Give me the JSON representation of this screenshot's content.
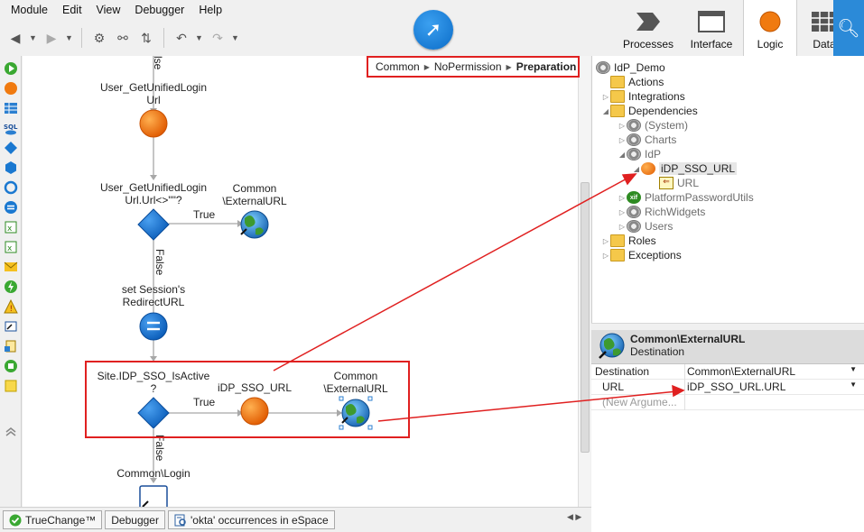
{
  "menu": [
    "Module",
    "Edit",
    "View",
    "Debugger",
    "Help"
  ],
  "layer_tabs": [
    {
      "label": "Processes",
      "icon": "processes-icon"
    },
    {
      "label": "Interface",
      "icon": "interface-icon"
    },
    {
      "label": "Logic",
      "icon": "logic-icon",
      "active": true
    },
    {
      "label": "Data",
      "icon": "data-icon"
    }
  ],
  "breadcrumb": {
    "items": [
      "Common",
      "NoPermission"
    ],
    "current": "Preparation"
  },
  "flow": {
    "top_false_label": "lse",
    "action1_label_line1": "User_GetUnifiedLogin",
    "action1_label_line2": "Url",
    "if1_label_line1": "User_GetUnifiedLogin",
    "if1_label_line2": "Url.Url<>\"\"?",
    "dest1_label_line1": "Common",
    "dest1_label_line2": "\\ExternalURL",
    "true_label": "True",
    "false_label": "False",
    "assign_label_line1": "set Session's",
    "assign_label_line2": "RedirectURL",
    "if2_label_line1": "Site.IDP_SSO_IsActive",
    "if2_label_line2": "?",
    "action2_label": "iDP_SSO_URL",
    "dest2_label_line1": "Common",
    "dest2_label_line2": "\\ExternalURL",
    "login_label": "Common\\Login"
  },
  "tree": {
    "root": "IdP_Demo",
    "actions": "Actions",
    "integrations": "Integrations",
    "dependencies": "Dependencies",
    "system": "(System)",
    "charts": "Charts",
    "idp": "IdP",
    "idp_action": "iDP_SSO_URL",
    "url_param": "URL",
    "platform": "PlatformPasswordUtils",
    "richwidgets": "RichWidgets",
    "users": "Users",
    "roles": "Roles",
    "exceptions": "Exceptions"
  },
  "properties": {
    "title": "Common\\ExternalURL",
    "subtitle": "Destination",
    "rows": [
      {
        "key": "Destination",
        "value": "Common\\ExternalURL"
      },
      {
        "key": "URL",
        "value": "iDP_SSO_URL.URL"
      }
    ],
    "new_argument": "(New Argume..."
  },
  "bottom_tabs": [
    {
      "label": "TrueChange™"
    },
    {
      "label": "Debugger"
    },
    {
      "label": "'okta' occurrences in eSpace"
    }
  ],
  "colors": {
    "accent": "#2b8ad8",
    "highlight": "#e02020",
    "orange": "#f07a10",
    "diamond": "#1a78d0"
  }
}
